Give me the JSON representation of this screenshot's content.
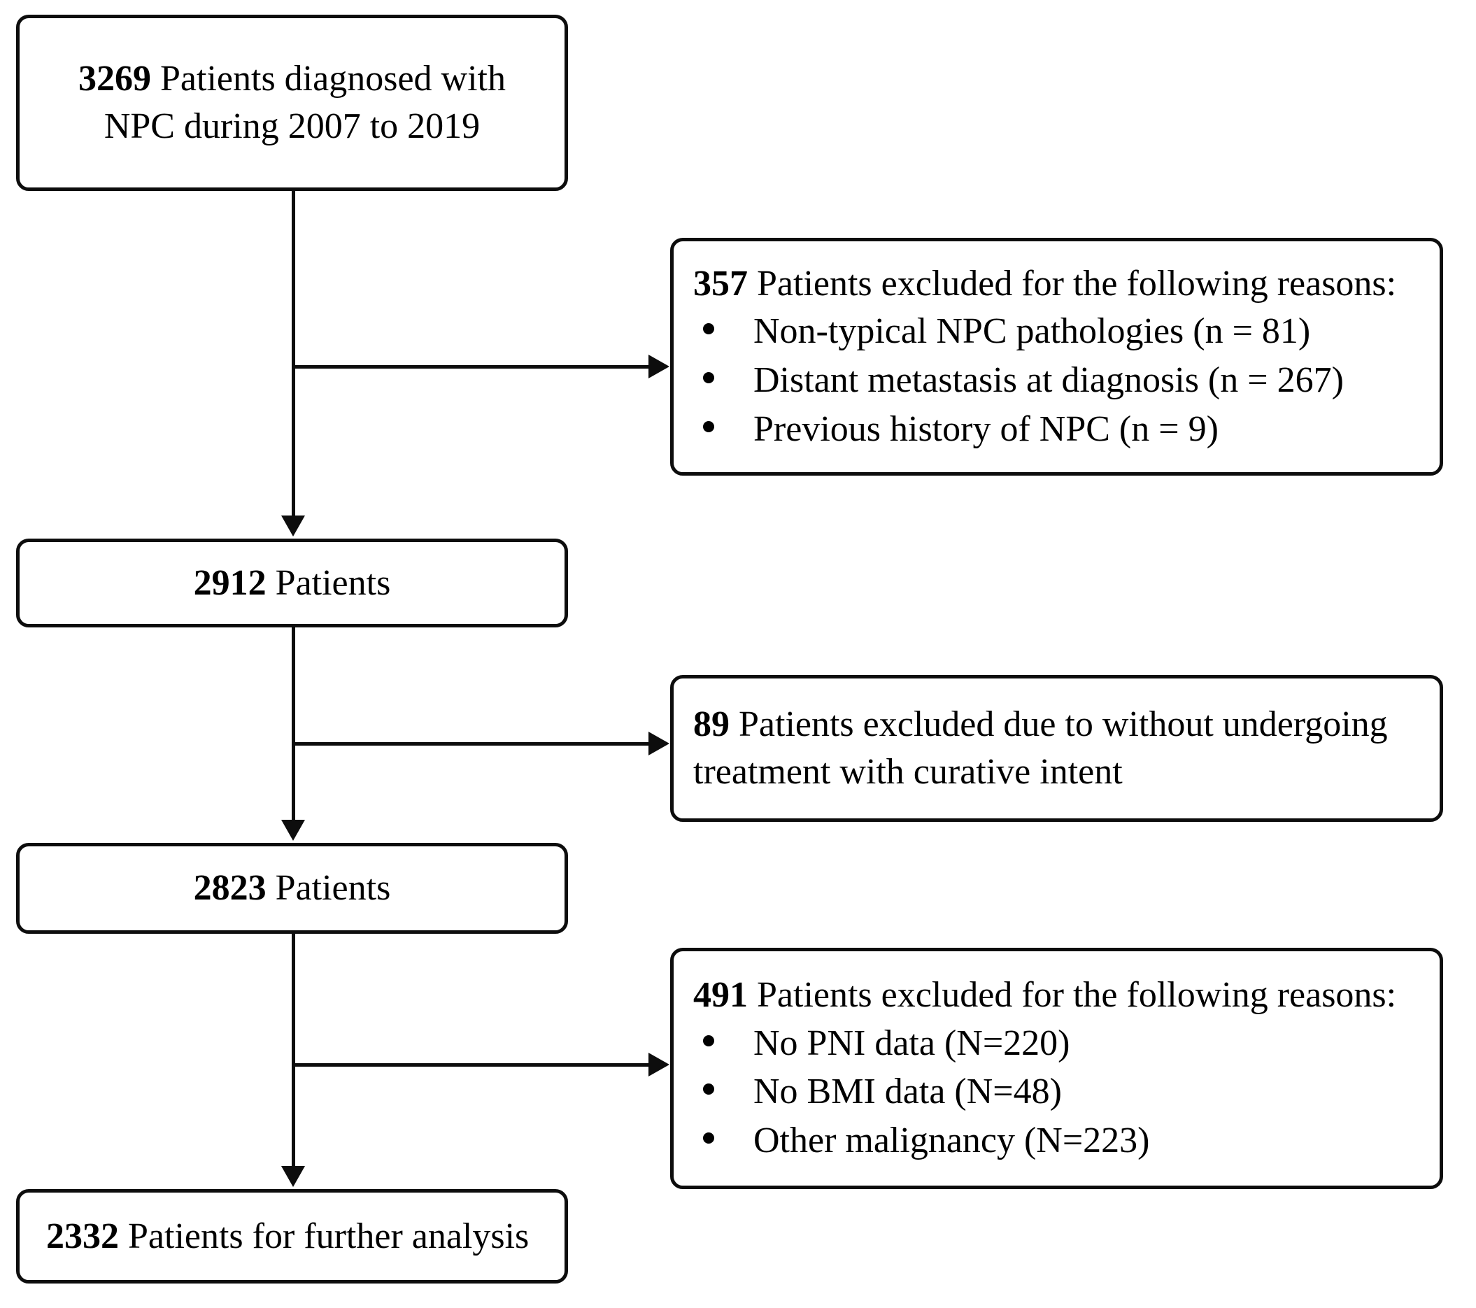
{
  "figure": {
    "type": "flowchart",
    "orientation": "vertical",
    "description": "Patient selection flow diagram"
  },
  "flow": {
    "nodes": [
      {
        "id": "cohort-initial",
        "count": "3269",
        "text_line1": "3269 Patients diagnosed with",
        "text_line2": "NPC during 2007 to 2019",
        "bold_prefix": "3269",
        "rest_line1": " Patients diagnosed with",
        "rest_line2": "NPC during 2007 to 2019"
      },
      {
        "id": "cohort-2912",
        "count": "2912",
        "bold_prefix": "2912",
        "rest": " Patients"
      },
      {
        "id": "cohort-2823",
        "count": "2823",
        "bold_prefix": "2823",
        "rest": " Patients"
      },
      {
        "id": "cohort-final",
        "count": "2332",
        "bold_prefix": "2332",
        "rest": " Patients for further analysis"
      }
    ],
    "exclusions": [
      {
        "id": "exclusion-357",
        "count": "357",
        "bold_prefix": "357",
        "heading_rest": " Patients excluded for the following reasons:",
        "reasons": [
          "Non-typical NPC pathologies (n = 81)",
          "Distant metastasis at diagnosis (n = 267)",
          "Previous history of NPC (n = 9)"
        ]
      },
      {
        "id": "exclusion-89",
        "count": "89",
        "bold_prefix": "89",
        "heading_rest": " Patients excluded due to without undergoing",
        "heading_rest_line2": "treatment with curative intent",
        "reasons": []
      },
      {
        "id": "exclusion-491",
        "count": "491",
        "bold_prefix": "491",
        "heading_rest": " Patients excluded for the following reasons:",
        "reasons": [
          "No PNI data (N=220)",
          "No BMI data (N=48)",
          "Other malignancy (N=223)"
        ]
      }
    ]
  },
  "colors": {
    "stroke": "#0d0d0d",
    "background": "#ffffff",
    "text": "#000000"
  }
}
